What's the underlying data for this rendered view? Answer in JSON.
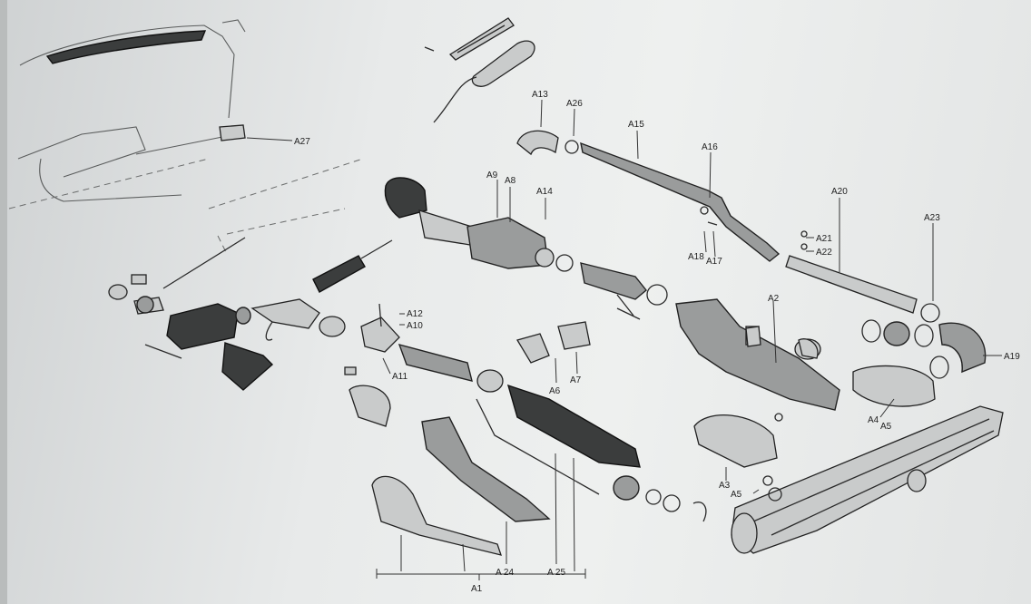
{
  "callouts": {
    "A1": "A1",
    "A2": "A2",
    "A3": "A3",
    "A4": "A4",
    "A5a": "A5",
    "A5b": "A5",
    "A6": "A6",
    "A7": "A7",
    "A8": "A8",
    "A9": "A9",
    "A10": "A10",
    "A11": "A11",
    "A12": "A12",
    "A13": "A13",
    "A14": "A14",
    "A15": "A15",
    "A16": "A16",
    "A17": "A17",
    "A18": "A18",
    "A19": "A19",
    "A20": "A20",
    "A21": "A21",
    "A22": "A22",
    "A23": "A23",
    "A24": "A 24",
    "A25": "A 25",
    "A26": "A26",
    "A27": "A27"
  },
  "colors": {
    "paper": "#e8eaea",
    "ink": "#222222",
    "metal": "#9a9c9c",
    "dark_part": "#3b3d3d"
  }
}
